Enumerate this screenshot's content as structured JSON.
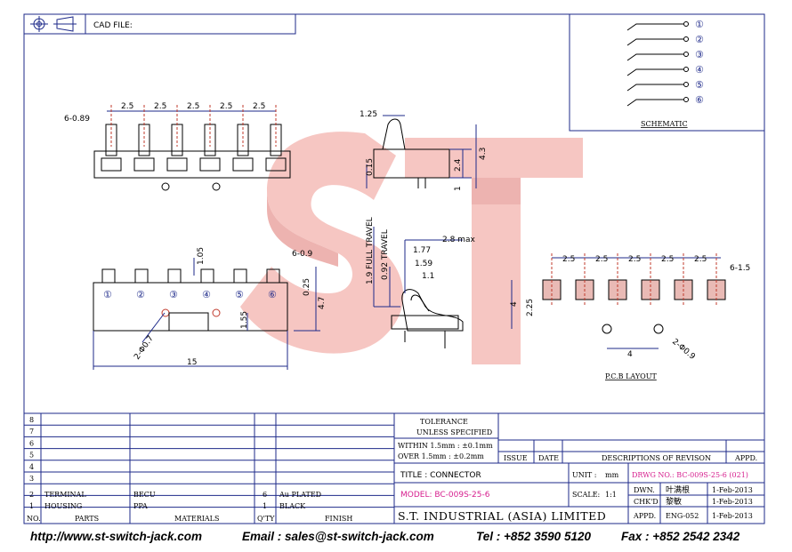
{
  "header": {
    "cad_label": "CAD FILE:"
  },
  "schematic": {
    "pins": [
      "①",
      "②",
      "③",
      "④",
      "⑤",
      "⑥"
    ],
    "label": "SCHEMATIC"
  },
  "front_view": {
    "pitch_labels": [
      "2.5",
      "2.5",
      "2.5",
      "2.5",
      "2.5"
    ],
    "pin_width": "6-0.89",
    "height_labels": {
      "a": "0.15",
      "b": "2.4",
      "c": "4.3",
      "d": "1"
    },
    "top_offset": "1.25"
  },
  "bottom_view": {
    "pin_numbers": [
      "①",
      "②",
      "③",
      "④",
      "⑤",
      "⑥"
    ],
    "dims": {
      "top": "1.05",
      "slot": "6-0.9",
      "inner": "0.25",
      "height": "4.7",
      "hole_y": "1.55",
      "hole_dia": "2-Φ0.7",
      "length": "15"
    }
  },
  "side_view": {
    "travel_full": "1.9 FULL TRAVEL",
    "travel_part": "0.92 TRAVEL",
    "dims": [
      "2.8 max",
      "1.77",
      "1.59",
      "1.1"
    ]
  },
  "pcb_layout": {
    "pitch_labels": [
      "2.5",
      "2.5",
      "2.5",
      "2.5",
      "2.5"
    ],
    "pad": "6-1.5",
    "height": "4",
    "half": "2.25",
    "hole_spacing": "4",
    "hole_dia": "2-Φ0.9",
    "label": "P.C.B LAYOUT"
  },
  "tolerance": {
    "title": "TOLERANCE",
    "sub": "UNLESS  SPECIFIED",
    "within": "WITHIN  1.5mm : ±0.1mm",
    "over": "OVER    1.5mm : ±0.2mm"
  },
  "revision_headers": {
    "issue": "ISSUE",
    "date": "DATE",
    "desc": "DESCRIPTIONS OF REVISON",
    "appd": "APPD."
  },
  "bom": {
    "row_numbers": [
      "8",
      "7",
      "6",
      "5",
      "4",
      "3",
      "2",
      "1"
    ],
    "rows": [
      {
        "no": "2",
        "part": "TERMINAL",
        "material": "BECU",
        "qty": "6",
        "finish": "Au PLATED"
      },
      {
        "no": "1",
        "part": "HOUSING",
        "material": "PPA",
        "qty": "1",
        "finish": "BLACK"
      }
    ],
    "headers": {
      "no": "NO.",
      "parts": "PARTS",
      "materials": "MATERIALS",
      "qty": "Q'TY",
      "finish": "FINISH"
    }
  },
  "title_block": {
    "title": "TITLE : CONNECTOR",
    "unit_label": "UNIT :",
    "unit": "mm",
    "dwg_no": "DRWG NO.: BC-009S-25-6 (021)",
    "model": "MODEL: BC-009S-25-6",
    "scale_label": "SCALE:",
    "scale": "1:1",
    "dwn_label": "DWN.",
    "dwn": "叶满根",
    "dwn_date": "1-Feb-2013",
    "chkd_label": "CHK'D",
    "chkd": "黎敏",
    "chkd_date": "1-Feb-2013",
    "appd_label": "APPD.",
    "appd": "ENG-052",
    "appd_date": "1-Feb-2013",
    "company": "S.T. INDUSTRIAL (ASIA) LIMITED"
  },
  "footer": {
    "website": "http://www.st-switch-jack.com",
    "email": "Email : sales@st-switch-jack.com",
    "tel": "Tel : +852 3590 5120",
    "fax": "Fax : +852 2542 2342"
  },
  "colors": {
    "line": "#1e2a8a",
    "watermark": "#f3b3ae",
    "model_text": "#d61e8e"
  }
}
